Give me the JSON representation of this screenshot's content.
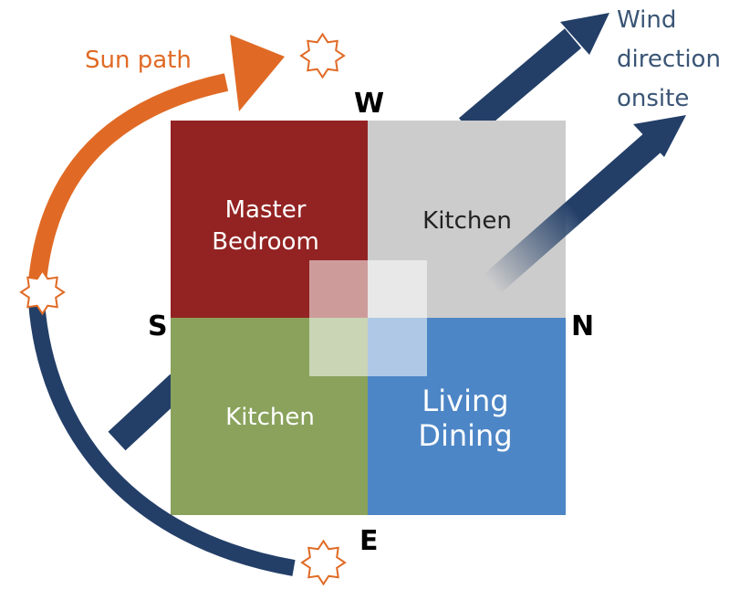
{
  "sun_path_label": "Sun path",
  "wind_label_lines": [
    "Wind",
    "direction",
    "onsite"
  ],
  "compass": {
    "west": "W",
    "south": "S",
    "north": "N",
    "east": "E"
  },
  "rooms": {
    "top_left": {
      "lines": [
        "Master",
        "Bedroom"
      ],
      "color": "#922322"
    },
    "top_right": {
      "lines": [
        "Kitchen"
      ],
      "color": "#cccccc"
    },
    "bottom_left": {
      "lines": [
        "Kitchen"
      ],
      "color": "#8aa25c"
    },
    "bottom_right": {
      "lines": [
        "Living",
        "Dining"
      ],
      "color": "#4d86c6"
    }
  },
  "colors": {
    "sun_arrow": "#e06a25",
    "wind_arrow": "#233f68",
    "sun_icon_stroke": "#e06a25",
    "label_text": "#3a5575",
    "room_text_light": "#ffffff",
    "room_text_dark": "#222222"
  },
  "icons": [
    "sun-icon",
    "wind-arrow-icon",
    "sun-path-arrow-icon"
  ]
}
